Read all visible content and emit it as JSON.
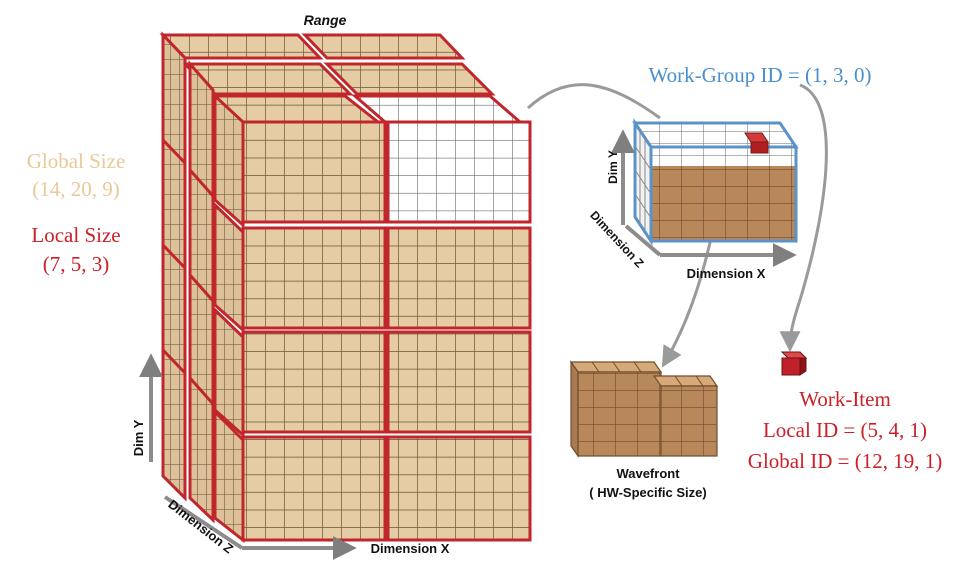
{
  "range_label": "Range",
  "global_size": {
    "label": "Global Size",
    "value": "(14, 20, 9)"
  },
  "local_size": {
    "label": "Local Size",
    "value": "(7, 5, 3)"
  },
  "work_group": {
    "label": "Work-Group ID = (1, 3, 0)"
  },
  "work_item": {
    "title": "Work-Item",
    "local_id": "Local ID = (5, 4, 1)",
    "global_id": "Global ID = (12, 19, 1)"
  },
  "wavefront": {
    "title": "Wavefront",
    "subtitle": "( HW-Specific Size)"
  },
  "axes": {
    "range": {
      "y": "Dim Y",
      "z": "Dimension Z",
      "x": "Dimension X"
    },
    "workgroup": {
      "y": "Dim Y",
      "z": "Dimension Z",
      "x": "Dimension X"
    }
  },
  "colors": {
    "tan": "#e6cca4",
    "tan_grid": "#7a6248",
    "group_border": "#c0262c",
    "selected_group": "#ffffff",
    "workgroup_border": "#5b93c7",
    "workgroup_fill": "#b8875a",
    "wavefront_fill": "#b8875a",
    "arrow_gray": "#9a9a9a",
    "axis_gray": "#8c8c8c",
    "global_text": "#e9c99a",
    "local_text": "#cc2027",
    "workgroup_text": "#4a8fcb",
    "workitem_text": "#cc2027"
  }
}
